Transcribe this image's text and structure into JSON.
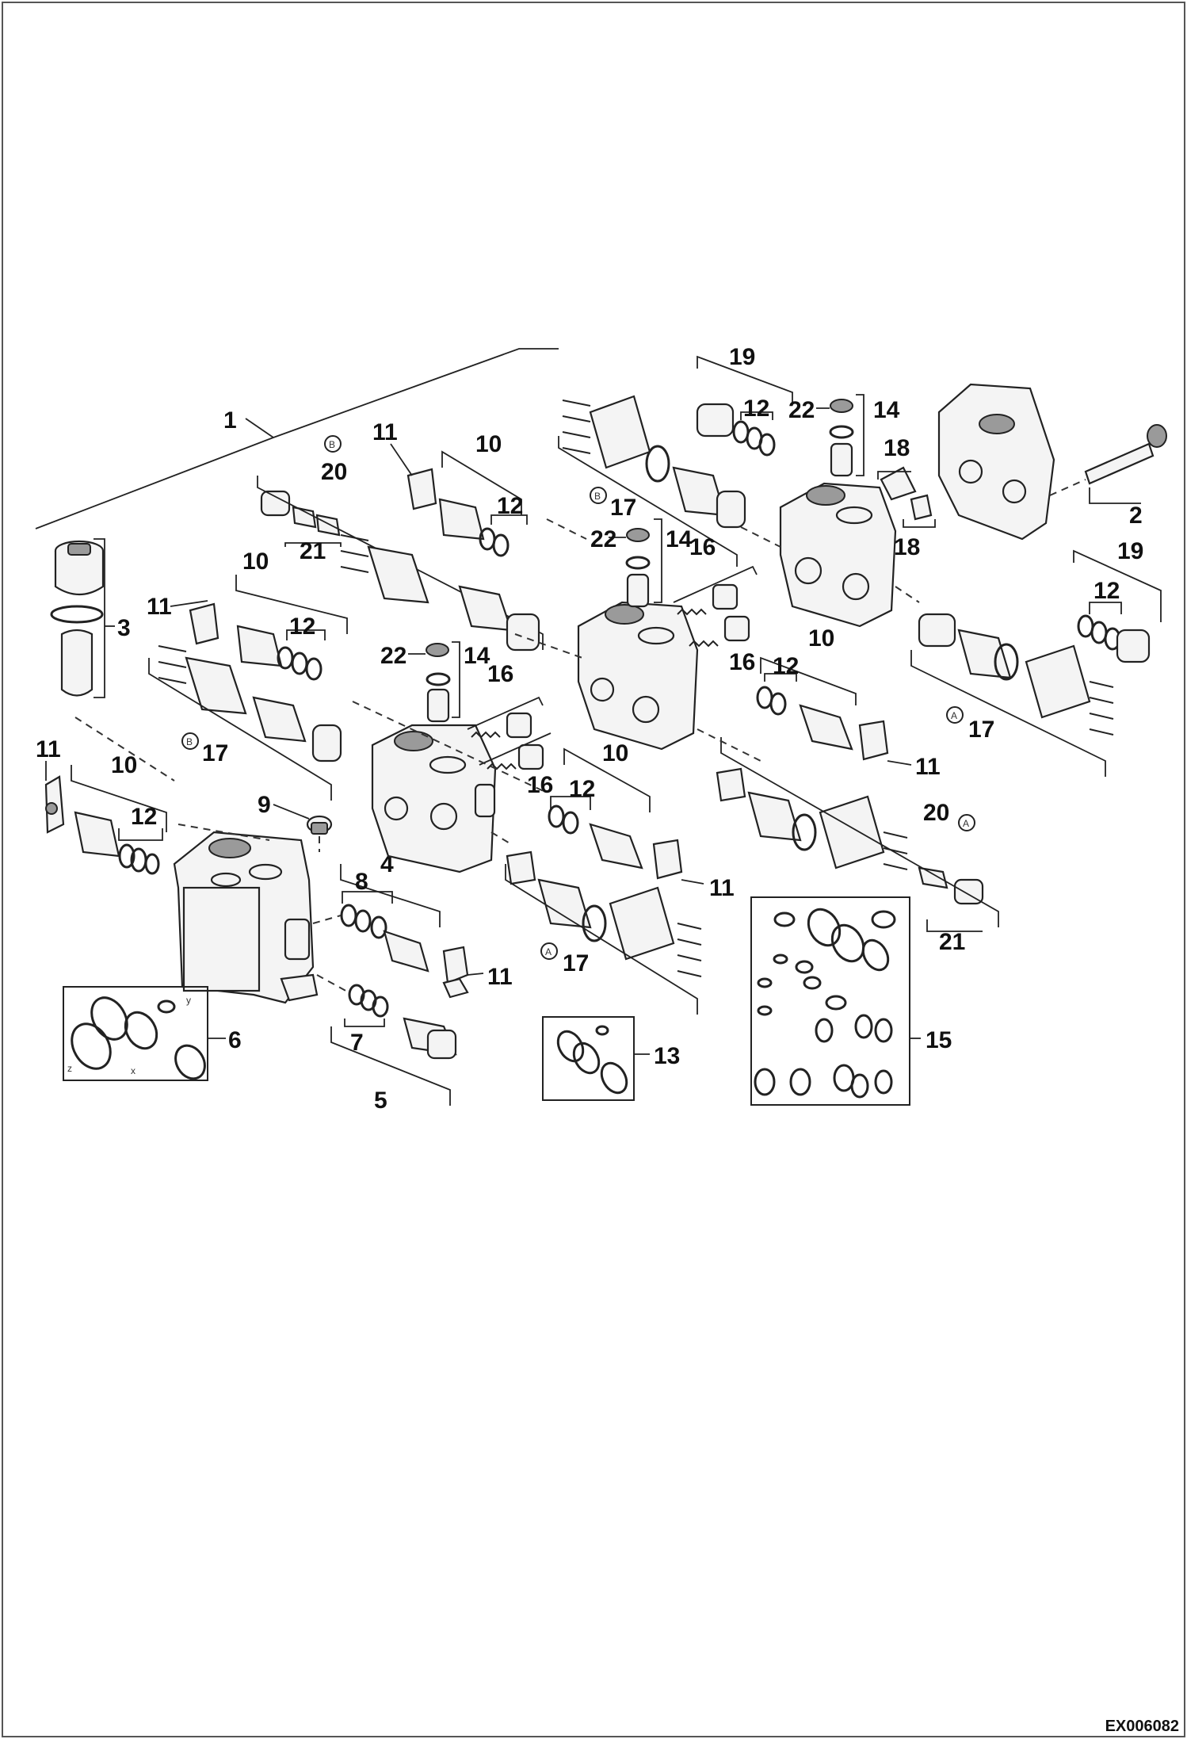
{
  "drawing_code": "EX006082",
  "callouts": {
    "c1": "1",
    "c2": "2",
    "c3": "3",
    "c4": "4",
    "c5": "5",
    "c6": "6",
    "c7": "7",
    "c8": "8",
    "c9": "9",
    "c10": "10",
    "c11": "11",
    "c12": "12",
    "c13": "13",
    "c14": "14",
    "c15": "15",
    "c16": "16",
    "c17": "17",
    "c18": "18",
    "c19": "19",
    "c20": "20",
    "c21": "21",
    "c22": "22"
  },
  "markers": {
    "a": "A",
    "b": "B"
  }
}
